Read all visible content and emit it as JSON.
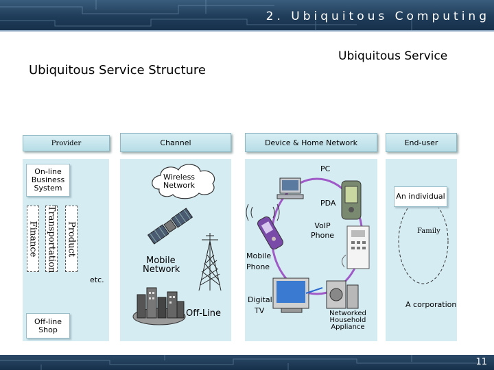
{
  "slide": {
    "header_title": "2. Ubiquitous Computing",
    "main_title": "Ubiquitous Service Structure",
    "subtitle": "Ubiquitous Service",
    "page_number": "11"
  },
  "columns": {
    "provider": "Provider",
    "channel": "Channel",
    "device": "Device & Home Network",
    "enduser": "End-user"
  },
  "provider_panel": {
    "online_line1": "On-line",
    "online_line2": "Business",
    "online_line3": "System",
    "finance": "Finance",
    "transportation": "Transportation",
    "product": "Product",
    "etc": "etc.",
    "offline_line1": "Off-line",
    "offline_line2": "Shop"
  },
  "channel_panel": {
    "wireless_line1": "Wireless",
    "wireless_line2": "Network",
    "mobile_line1": "Mobile",
    "mobile_line2": "Network",
    "offline": "Off-Line"
  },
  "device_panel": {
    "pc": "PC",
    "pda": "PDA",
    "voip_line1": "VoIP",
    "voip_line2": "Phone",
    "mobile_line1": "Mobile",
    "mobile_line2": "Phone",
    "digital_line1": "Digital",
    "digital_line2": "TV",
    "nha_line1": "Networked",
    "nha_line2": "Household",
    "nha_line3": "Appliance"
  },
  "enduser_panel": {
    "individual": "An individual",
    "family": "Family",
    "corporation": "A corporation"
  },
  "colors": {
    "header_bar": "#1e3b58",
    "panel_bg": "#d6ecf3",
    "header_box": "#c2e3ea",
    "ring": "#a05ac8"
  }
}
